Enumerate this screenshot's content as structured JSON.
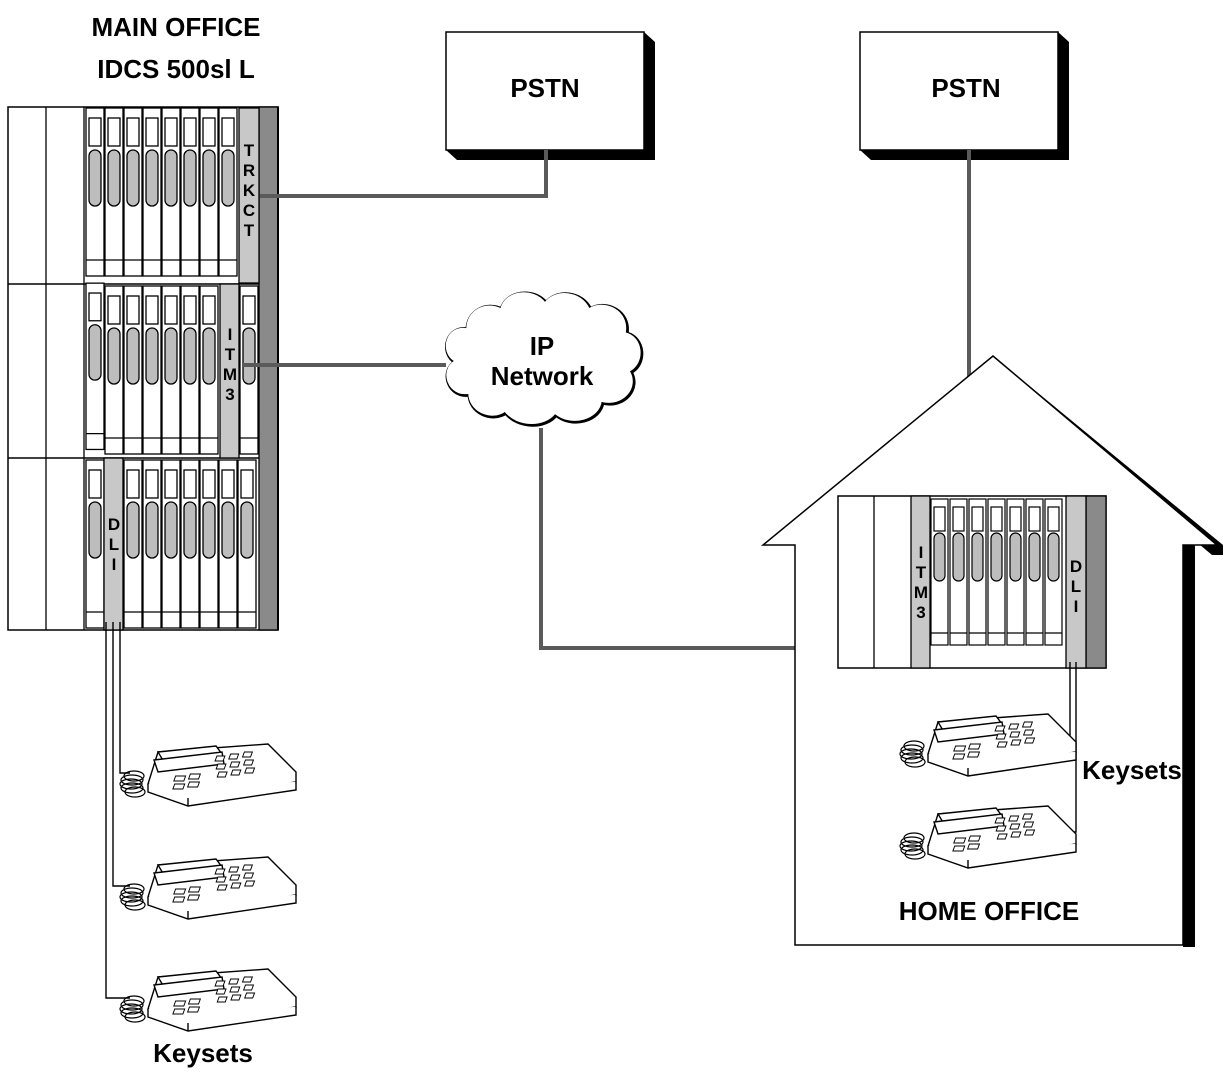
{
  "main_office": {
    "title_line1": "MAIN OFFICE",
    "title_line2": "IDCS 500sl L",
    "cards": {
      "trkct": [
        "T",
        "R",
        "K",
        "C",
        "T"
      ],
      "itm3": [
        "I",
        "T",
        "M",
        "3"
      ],
      "dli": [
        "D",
        "L",
        "I"
      ]
    },
    "keysets_label": "Keysets"
  },
  "pstn_left": {
    "label": "PSTN"
  },
  "pstn_right": {
    "label": "PSTN"
  },
  "ip_network": {
    "line1": "IP",
    "line2": "Network"
  },
  "home_office": {
    "label": "HOME OFFICE",
    "keysets_label": "Keysets",
    "cards": {
      "itm3": [
        "I",
        "T",
        "M",
        "3"
      ],
      "dli": [
        "D",
        "L",
        "I"
      ]
    }
  },
  "colors": {
    "line": "#000000",
    "link": "#5a5a5a",
    "card_highlight": "#c8c8c8",
    "card_dark": "#8a8a8a",
    "shadow": "#000000"
  }
}
